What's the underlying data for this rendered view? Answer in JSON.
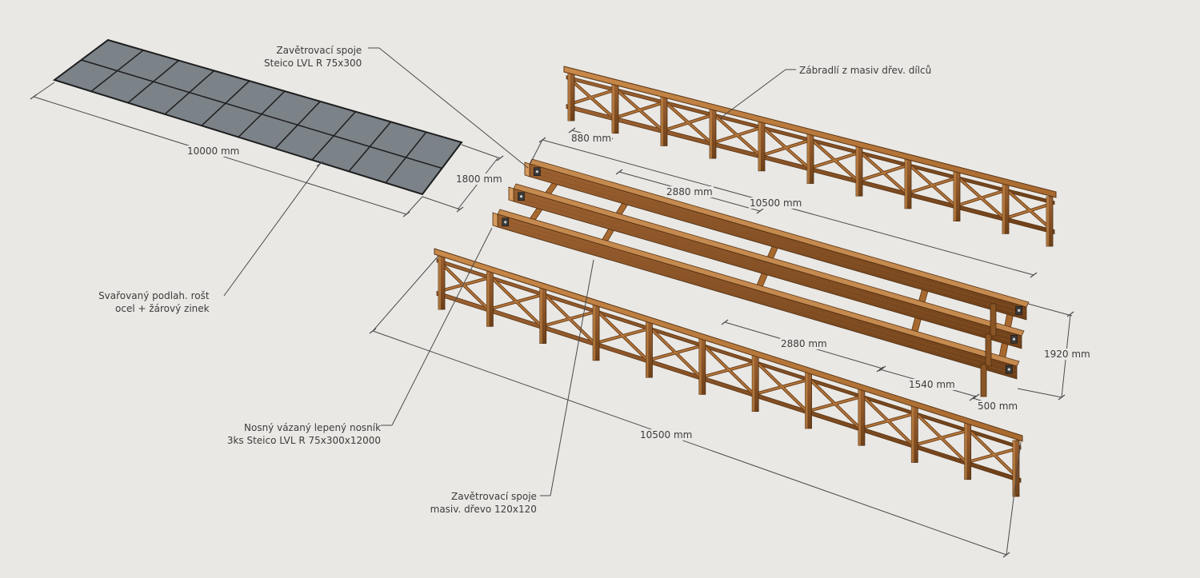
{
  "labels": {
    "wind_bracing_lvl": [
      "Zavětrovací spoje",
      "Steico LVL R 75x300"
    ],
    "railing": [
      "Zábradlí z masiv dřev. dílců"
    ],
    "floor_grating": [
      "Svařovaný podlah. rošt",
      "ocel + žárový zinek"
    ],
    "main_beam": [
      "Nosný vázaný lepený nosník",
      "3ks Steico LVL R 75x300x12000"
    ],
    "wind_bracing_solid": [
      "Zavětrovací spoje",
      "masiv. dřevo 120x120"
    ]
  },
  "dimensions": {
    "grating_length": "10000 mm",
    "grating_width": "1800 mm",
    "post_spacing": "880 mm",
    "brace_spacing_top": "2880 mm",
    "beam_length_top": "10500 mm",
    "brace_spacing_bottom": "2880 mm",
    "overall_width": "1920 mm",
    "end_distance": "1540 mm",
    "end_offset": "500 mm",
    "beam_length_bottom": "10500 mm"
  },
  "colors": {
    "background": "#e9e8e5",
    "wood_light": "#b5773c",
    "wood_dark": "#7a4a1f",
    "grating": "#7d8389",
    "line": "#4a4a4a"
  }
}
